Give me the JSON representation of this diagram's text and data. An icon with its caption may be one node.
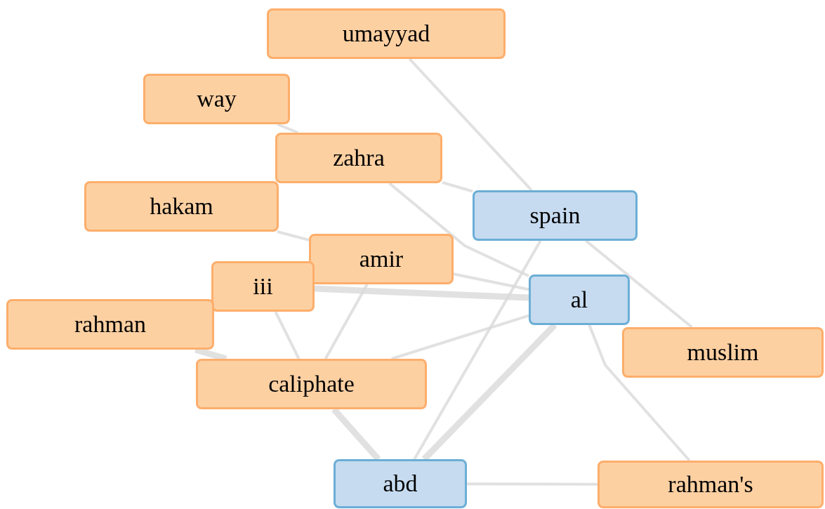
{
  "diagram": {
    "nodes": [
      {
        "text": [
          "umayyad"
        ]
      },
      {
        "text": [
          "way"
        ]
      },
      {
        "text": [
          "zahra"
        ]
      },
      {
        "text": [
          "hakam"
        ]
      },
      {
        "text": [
          "spain"
        ]
      },
      {
        "text": [
          "amir"
        ]
      },
      {
        "text": [
          "iii"
        ]
      },
      {
        "text": [
          "al"
        ]
      },
      {
        "text": [
          "rahman"
        ]
      },
      {
        "text": [
          "muslim"
        ]
      },
      {
        "text": [
          "caliphate"
        ]
      },
      {
        "text": [
          "abd"
        ]
      },
      {
        "text": [
          "rahman's"
        ]
      }
    ],
    "edges": [
      {
        "from": 0,
        "to": 4,
        "arrow": "none"
      },
      {
        "from": 1,
        "to": 2,
        "arrow": "none"
      },
      {
        "from": 2,
        "to": 7,
        "arrow": "none"
      },
      {
        "from": 3,
        "to": 5,
        "arrow": "none"
      },
      {
        "from": 5,
        "to": 7,
        "arrow": "none"
      },
      {
        "from": 6,
        "to": 7,
        "arrow": "none",
        "style": "thick"
      },
      {
        "from": 4,
        "to": 9,
        "arrow": "none"
      },
      {
        "from": 4,
        "to": 11,
        "arrow": "none"
      },
      {
        "from": 7,
        "to": 11,
        "arrow": "none",
        "style": "thick"
      },
      {
        "from": 7,
        "to": 12,
        "arrow": "none"
      },
      {
        "from": 6,
        "to": 10,
        "arrow": "none"
      },
      {
        "from": 10,
        "to": 7,
        "arrow": "none"
      },
      {
        "from": 5,
        "to": 10,
        "arrow": "none"
      },
      {
        "from": 8,
        "to": 10,
        "arrow": "none",
        "style": "thick"
      },
      {
        "from": 10,
        "to": 11,
        "arrow": "none",
        "style": "thick"
      },
      {
        "from": 11,
        "to": 12,
        "arrow": "none"
      },
      {
        "from": 2,
        "to": 4,
        "arrow": "none"
      }
    ]
  }
}
